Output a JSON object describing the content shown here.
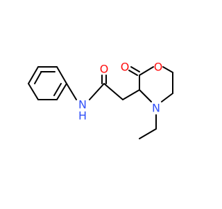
{
  "molecule": {
    "atoms": {
      "amide_o": "O",
      "amide_nh": "H\nN",
      "ring_n": "N",
      "ring_o": "O",
      "carbonyl_o": "O"
    },
    "colors": {
      "oxygen": "#ff0d0d",
      "nitrogen": "#3050f8",
      "carbon": "#000000",
      "background": "#ffffff"
    }
  }
}
